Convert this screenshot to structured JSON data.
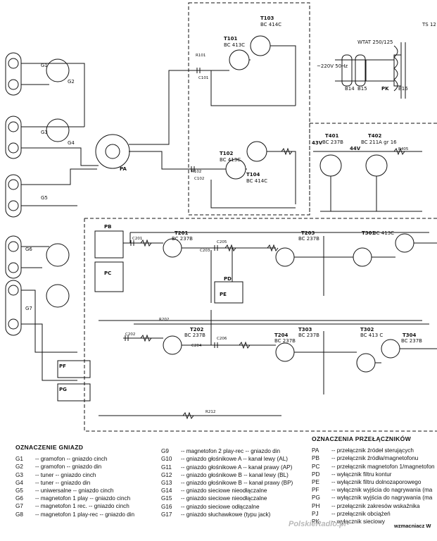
{
  "schematic": {
    "transistors": [
      {
        "ref": "T101",
        "type": "BC 413C"
      },
      {
        "ref": "T103",
        "type": "BC 414C"
      },
      {
        "ref": "T102",
        "type": "BC 413C"
      },
      {
        "ref": "T104",
        "type": "BC 414C"
      },
      {
        "ref": "T401",
        "type": "BC 237B"
      },
      {
        "ref": "T402",
        "type": "BC 211A gr 16"
      },
      {
        "ref": "T201",
        "type": "BC 237B"
      },
      {
        "ref": "T203",
        "type": "BC 237B"
      },
      {
        "ref": "T202",
        "type": "BC 237B"
      },
      {
        "ref": "T204",
        "type": "BC 237B"
      },
      {
        "ref": "T301",
        "type": "BC 413C"
      },
      {
        "ref": "T303",
        "type": "BC 237B"
      },
      {
        "ref": "T302",
        "type": "BC 413 C"
      },
      {
        "ref": "T304",
        "type": "BC 237B"
      }
    ],
    "sockets": [
      "G1",
      "G2",
      "G3",
      "G4",
      "G5",
      "G6",
      "G7"
    ],
    "switches": [
      "PA",
      "PB",
      "PC",
      "PD",
      "PE",
      "PF",
      "PG",
      "PK"
    ],
    "transformer": "WTAT 250/125",
    "transformer_ref": "TS 12",
    "mains_label": "~220V 50Hz",
    "rail_voltage": "44V",
    "rail_43": "43V",
    "fuses": [
      "B14",
      "B15",
      "B16"
    ],
    "components": {
      "r101": "R101",
      "r102": "R102",
      "r202": "R202",
      "r212": "R212",
      "r405": "R405",
      "c101": "C101",
      "c102": "C102",
      "c201": "C201",
      "c202": "C202",
      "c203": "C203",
      "c204": "C204",
      "c205": "C205",
      "c206": "C206"
    }
  },
  "legend_sockets": {
    "title": "OZNACZENIE GNIAZD",
    "col1": [
      {
        "code": "G1",
        "text": "-- gramofon -- gniazdo cinch"
      },
      {
        "code": "G2",
        "text": "-- gramofon -- gniazdo din"
      },
      {
        "code": "G3",
        "text": "-- tuner -- gniazdo cinch"
      },
      {
        "code": "G4",
        "text": "-- tuner -- gniazdo din"
      },
      {
        "code": "G5",
        "text": "-- uniwersalne -- gniazdo cinch"
      },
      {
        "code": "G6",
        "text": "-- magnetofon 1 play -- gniazdo cinch"
      },
      {
        "code": "G7",
        "text": "-- magnetofon 1 rec. -- gniazdo cinch"
      },
      {
        "code": "G8",
        "text": "-- magnetofon 1 play-rec -- gniazdo din"
      }
    ],
    "col2": [
      {
        "code": "G9",
        "text": "-- magnetofon 2 play-rec -- gniazdo din"
      },
      {
        "code": "G10",
        "text": "-- gniazdo głośnikowe A -- kanał lewy (AL)"
      },
      {
        "code": "G11",
        "text": "-- gniazdo głośnikowe A -- kanał prawy (AP)"
      },
      {
        "code": "G12",
        "text": "-- gniazdo głośnikowe B -- kanał lewy (BL)"
      },
      {
        "code": "G13",
        "text": "-- gniazdo głośnikowe B -- kanał prawy (BP)"
      },
      {
        "code": "G14",
        "text": "-- gniazdo sieciowe nieodłączalne"
      },
      {
        "code": "G15",
        "text": "-- gniazdo sieciowe nieodłączalne"
      },
      {
        "code": "G16",
        "text": "-- gniazdo sieciowe odłączalne"
      },
      {
        "code": "G17",
        "text": "-- gniazdo słuchawkowe (typu jack)"
      }
    ]
  },
  "legend_switches": {
    "title": "OZNACZENIA PRZEŁĄCZNIKÓW",
    "items": [
      {
        "code": "PA",
        "text": "-- przełącznik źródeł sterujących"
      },
      {
        "code": "PB",
        "text": "-- przełącznik źródła/magnetofonu"
      },
      {
        "code": "PC",
        "text": "-- przełącznik magnetofon 1/magnetofon"
      },
      {
        "code": "PD",
        "text": "-- wyłącznik filtru kontur"
      },
      {
        "code": "PE",
        "text": "-- wyłącznik filtru dolnozaporowego"
      },
      {
        "code": "PF",
        "text": "-- wyłącznik wyjścia do nagrywania (ma"
      },
      {
        "code": "PG",
        "text": "-- wyłącznik wyjścia do nagrywania (ma"
      },
      {
        "code": "PH",
        "text": "-- przełącznik zakresów wskaźnika"
      },
      {
        "code": "PJ",
        "text": "-- przełącznik obciążeń"
      },
      {
        "code": "PK",
        "text": "-- wyłącznik sieciowy"
      }
    ]
  },
  "footer": {
    "watermark": "PolskieRadio.pl",
    "caption": "wzmacniacz W"
  }
}
